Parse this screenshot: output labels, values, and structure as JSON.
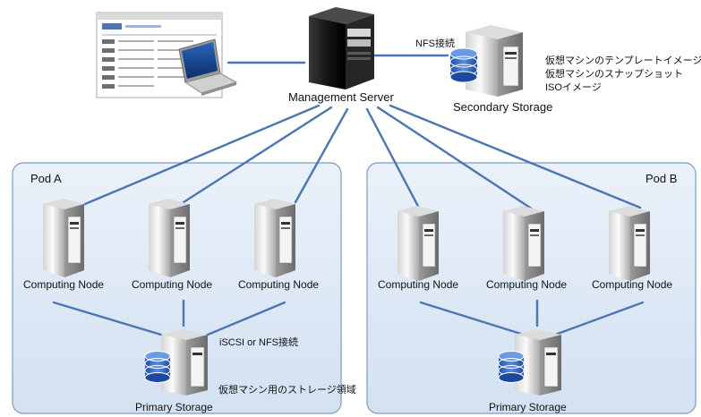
{
  "management_server": {
    "label": "Management Server"
  },
  "secondary_storage": {
    "label": "Secondary Storage",
    "link_label": "NFS接続",
    "contents": [
      "仮想マシンのテンプレートイメージ",
      "仮想マシンのスナップショット",
      "ISOイメージ"
    ]
  },
  "pod_a": {
    "label": "Pod A",
    "nodes": [
      "Computing Node",
      "Computing Node",
      "Computing Node"
    ],
    "storage_label": "Primary Storage",
    "storage_link_label": "iSCSI or NFS接続",
    "storage_note": "仮想マシン用のストレージ領域"
  },
  "pod_b": {
    "label": "Pod B",
    "nodes": [
      "Computing Node",
      "Computing Node",
      "Computing Node"
    ],
    "storage_label": "Primary Storage"
  },
  "colors": {
    "pod_fill": "#dde8f5",
    "pod_border": "#7d9cc0",
    "link": "#4c76b3",
    "tower_dark": "#1d1d1d",
    "tower_light": "#e8e8e8",
    "disk_blue": "#2f67c4"
  },
  "icons": [
    "management-server-icon",
    "laptop-icon",
    "browser-screenshot-icon",
    "storage-server-icon",
    "disk-stack-icon",
    "computing-node-icon"
  ]
}
